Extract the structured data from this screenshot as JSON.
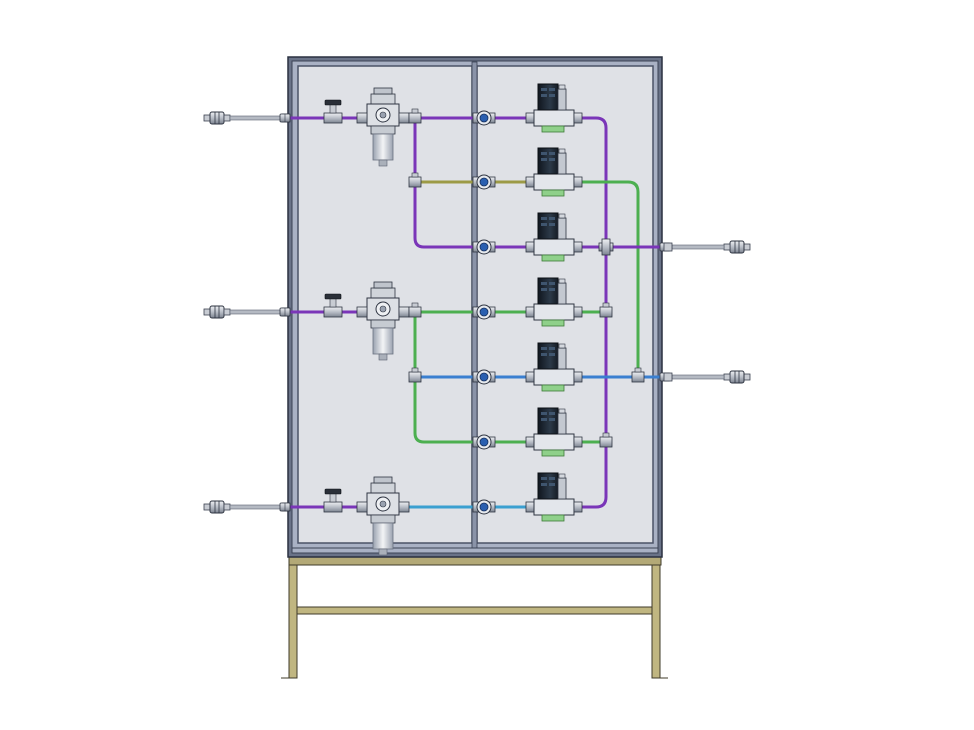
{
  "diagram": {
    "type": "pneumatic-panel-cad-render",
    "colors": {
      "background": "#ffffff",
      "panel_fill": "#dfe1e6",
      "panel_frame": "#4a5266",
      "frame_inner": "#8a93a8",
      "stand": "#9a9064",
      "pipe_purple": "#7a35b8",
      "pipe_green": "#4caf50",
      "pipe_blue": "#3a7fd0",
      "pipe_olive": "#9c9a46",
      "solenoid_dark": "#1f2a36",
      "solenoid_base": "#8fd08a",
      "fitting_gray": "#b9bec7",
      "port_blue": "#2a5fb0"
    },
    "inlets": [
      {
        "name": "inlet-1",
        "pipe_color": "pipe_purple"
      },
      {
        "name": "inlet-2",
        "pipe_color": "pipe_purple"
      },
      {
        "name": "inlet-3",
        "pipe_color": "pipe_purple"
      }
    ],
    "outlets": [
      {
        "name": "outlet-1"
      },
      {
        "name": "outlet-2"
      }
    ],
    "filter_regulators": 3,
    "solenoid_valves": 7,
    "icons": [
      "valve-handle-icon",
      "filter-regulator-icon",
      "solenoid-valve-icon",
      "pipe-connector-icon",
      "tee-fitting-icon"
    ]
  }
}
